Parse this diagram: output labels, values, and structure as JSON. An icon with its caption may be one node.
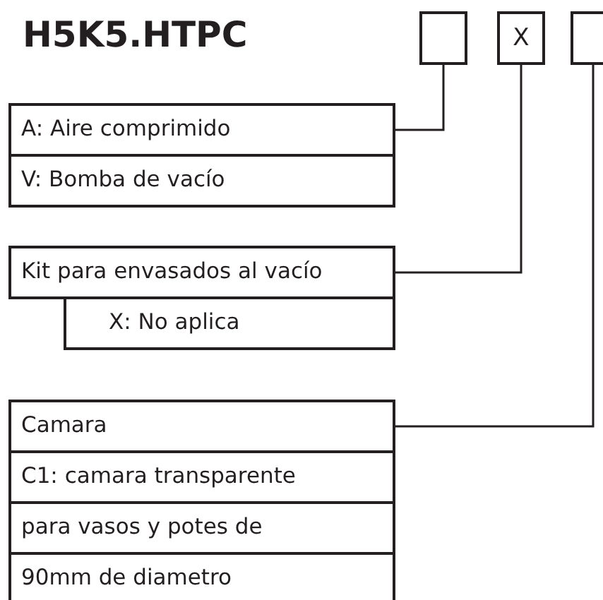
{
  "diagram": {
    "title": "H5K5.HTPC",
    "nodes": [
      {
        "text": [],
        "shape": "box"
      },
      {
        "text": [
          "X"
        ]
      },
      {
        "text": [],
        "shape": "box"
      },
      {
        "text": [
          "A: Aire comprimido"
        ]
      },
      {
        "text": [
          "V: Bomba de vacío"
        ]
      },
      {
        "text": [
          "Kit para envasados al vacío"
        ]
      },
      {
        "text": [
          "X: No aplica"
        ]
      },
      {
        "text": [
          "Camara"
        ]
      },
      {
        "text": [
          "C1: camara transparente"
        ]
      },
      {
        "text": [
          "para vasos y potes de"
        ]
      },
      {
        "text": [
          "90mm de diametro"
        ]
      }
    ],
    "edges": [
      {
        "from": 0,
        "to": 3,
        "arrow": "none"
      },
      {
        "from": 1,
        "to": 5,
        "arrow": "none"
      },
      {
        "from": 2,
        "to": 7,
        "arrow": "none"
      }
    ]
  }
}
